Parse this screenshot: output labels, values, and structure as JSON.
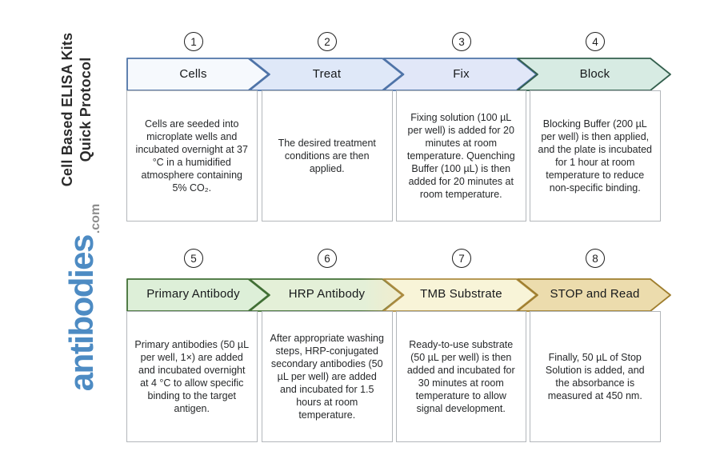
{
  "sidebar": {
    "title_line1": "Cell Based ELISA Kits",
    "title_line2": "Quick Protocol",
    "logo": {
      "text": "antibodies",
      "suffix": ".com"
    }
  },
  "colors": {
    "logo_blue": "#4d8bc3",
    "logo_gray": "#8d8d8d",
    "box_border": "#b3b7bb"
  },
  "steps": [
    {
      "number": "1",
      "label": "Cells",
      "description": "Cells are seeded into microplate wells and incubated overnight at 37 °C in a humidified atmosphere containing 5% CO₂.",
      "fill": "#f6f9fd",
      "stroke": "#4f74a8"
    },
    {
      "number": "2",
      "label": "Treat",
      "description": "The desired treatment conditions are then applied.",
      "fill": "#dfe8f8",
      "stroke": "#4f74a8"
    },
    {
      "number": "3",
      "label": "Fix",
      "description": "Fixing solution (100 µL per well) is added for 20 minutes at room temperature. Quenching Buffer (100 µL) is then added for 20 minutes at room temperature.",
      "fill": "#e1e7f8",
      "stroke": "#4f74a8"
    },
    {
      "number": "4",
      "label": "Block",
      "description": "Blocking Buffer (200 µL per well) is then applied, and the plate is incubated for 1 hour at room temperature to reduce non-specific binding.",
      "fill": "#d7ebe3",
      "stroke": "#34604e"
    },
    {
      "number": "5",
      "label": "Primary Antibody",
      "description": "Primary antibodies (50 µL per well, 1×) are added and incubated overnight at 4 °C to allow specific binding to the target antigen.",
      "fill": "#ddefd8",
      "stroke": "#416f35"
    },
    {
      "number": "6",
      "label": "HRP Antibody",
      "description": "After appropriate washing steps, HRP-conjugated secondary antibodies (50 µL per well) are added and incubated for 1.5 hours at room temperature.",
      "fill": "#e4f0d8",
      "fill_end": "#f2eccd",
      "stroke": "#416f35",
      "stroke_end": "#a98a3f"
    },
    {
      "number": "7",
      "label": "TMB Substrate",
      "description": "Ready-to-use substrate (50 µL per well) is then added and incubated for 30 minutes at room temperature to allow signal development.",
      "fill": "#f8f4d8",
      "stroke": "#ad8c41"
    },
    {
      "number": "8",
      "label": "STOP and Read",
      "description": "Finally, 50 µL of Stop Solution is added, and the absorbance is measured at 450 nm.",
      "fill": "#ecdcad",
      "stroke": "#9f7e2e"
    }
  ]
}
